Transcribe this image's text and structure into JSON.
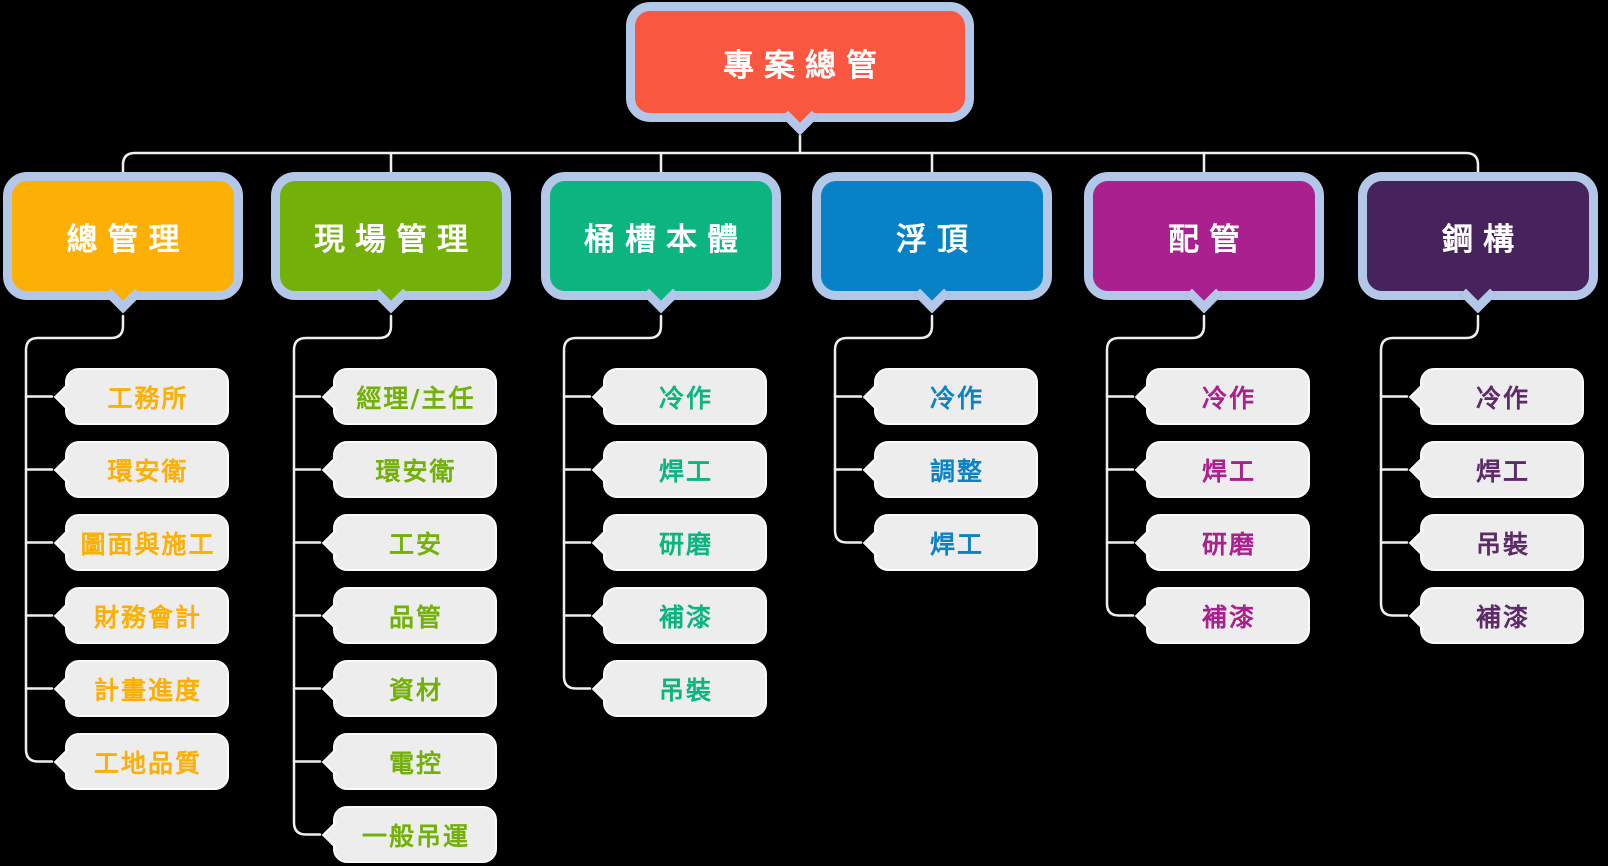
{
  "diagram": {
    "title": "project-organization-chart",
    "colors": {
      "background": "#000000",
      "bubble_edge": "#B3C7E8",
      "connector_line": "#EFEFEF",
      "child_box_fill": "#EDEDED",
      "child_box_edge": "#FAFAFA",
      "bubble_text": "#FFFFFF"
    },
    "root": {
      "label": "專案總管",
      "color": "#FA5740"
    },
    "columns": [
      {
        "label": "總管理",
        "color": "#FCAF04",
        "item_color": "#FCAF04",
        "children": [
          "工務所",
          "環安衛",
          "圖面與施工",
          "財務會計",
          "計畫進度",
          "工地品質"
        ]
      },
      {
        "label": "現場管理",
        "color": "#73B108",
        "item_color": "#73B108",
        "children": [
          "經理/主任",
          "環安衛",
          "工安",
          "品管",
          "資材",
          "電控",
          "一般吊運"
        ]
      },
      {
        "label": "桶槽本體",
        "color": "#0CB57F",
        "item_color": "#0CB57F",
        "children": [
          "冷作",
          "焊工",
          "研磨",
          "補漆",
          "吊裝"
        ]
      },
      {
        "label": "浮頂",
        "color": "#0882C6",
        "item_color": "#0E83C4",
        "children": [
          "冷作",
          "調整",
          "焊工"
        ]
      },
      {
        "label": "配管",
        "color": "#A9208E",
        "item_color": "#A9208E",
        "children": [
          "冷作",
          "焊工",
          "研磨",
          "補漆"
        ]
      },
      {
        "label": "鋼構",
        "color": "#46235A",
        "item_color": "#5D2B68",
        "children": [
          "冷作",
          "焊工",
          "吊裝",
          "補漆"
        ]
      }
    ]
  }
}
